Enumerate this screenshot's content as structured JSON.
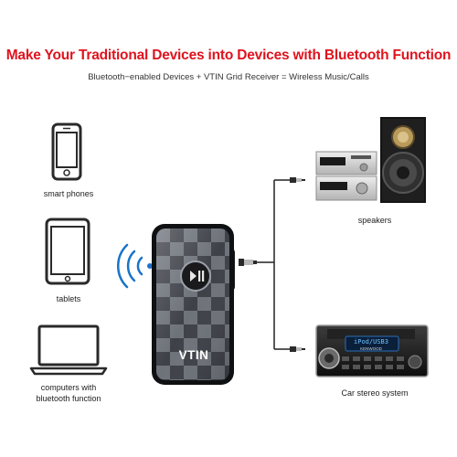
{
  "header": {
    "title": "Make Your Traditional Devices into Devices with Bluetooth Function",
    "subtitle": "Bluetooth−enabled Devices + VTIN Grid Receiver = Wireless Music/Calls"
  },
  "sources": {
    "phone_label": "smart phones",
    "tablet_label": "tablets",
    "computer_label_line1": "computers with",
    "computer_label_line2": "bluetooth function"
  },
  "receiver": {
    "brand": "VTIN"
  },
  "outputs": {
    "speakers_label": "speakers",
    "car_label": "Car stereo system",
    "car_display_text": "iPod/USB3",
    "car_brand": "KENWOOD"
  },
  "colors": {
    "title": "#e0131e",
    "bluetooth_waves": "#1a73c8",
    "icon_stroke": "#2a2a2a"
  }
}
